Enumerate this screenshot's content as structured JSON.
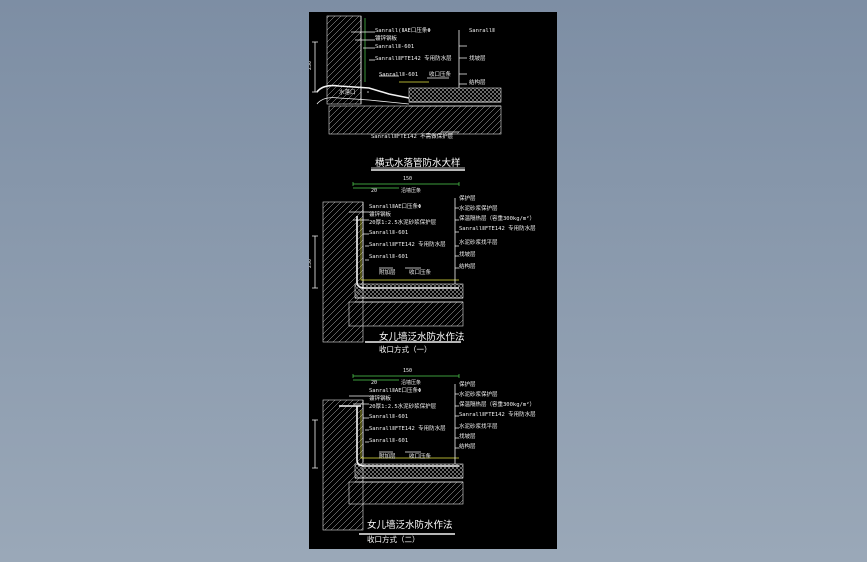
{
  "detail1": {
    "title": "横式水落管防水大样",
    "notes": [
      "Sanrall(ⅡAE口压条Φ",
      "镀锌钢板",
      "SanrallⅡ-601",
      "SanrallⅡFTE142 专用防水层",
      "SanrallⅡ-601",
      "收口压条",
      "SanrallⅡ",
      "水落口",
      "结构层",
      "SanrallⅡFTE142 不需做保护层",
      "找坡层"
    ],
    "dim_v": "250"
  },
  "detail2": {
    "title": "女儿墙泛水防水作法",
    "subtitle": "收口方式（一）",
    "dim_top": "150",
    "dim_a": "20",
    "dim_b": "沿墙压条",
    "dim_v": "250",
    "notes": [
      "SanrallⅡAE口压条Φ",
      "镀锌钢板",
      "20厚1:2.5水泥砂浆保护层",
      "SanrallⅡ-601",
      "SanrallⅡFTE142 专用防水层",
      "SanrallⅡ-601",
      "附加层",
      "收口压条",
      "保护层",
      "水泥砂浆保护层",
      "保温隔热层（容重300kg/m²）",
      "SanrallⅡFTE142 专用防水层",
      "水泥砂浆找平层",
      "找坡层",
      "结构层"
    ]
  },
  "detail3": {
    "title": "女儿墙泛水防水作法",
    "subtitle": "收口方式（二）",
    "dim_top": "150",
    "dim_a": "20",
    "dim_b": "沿墙压条",
    "notes": [
      "SanrallⅡAE口压条Φ",
      "镀锌钢板",
      "20厚1:2.5水泥砂浆保护层",
      "SanrallⅡ-601",
      "SanrallⅡFTE142 专用防水层",
      "SanrallⅡ-601",
      "附加层",
      "收口压条",
      "保护层",
      "水泥砂浆保护层",
      "保温隔热层（容重300kg/m²）",
      "SanrallⅡFTE142 专用防水层",
      "水泥砂浆找平层",
      "找坡层",
      "结构层"
    ]
  }
}
